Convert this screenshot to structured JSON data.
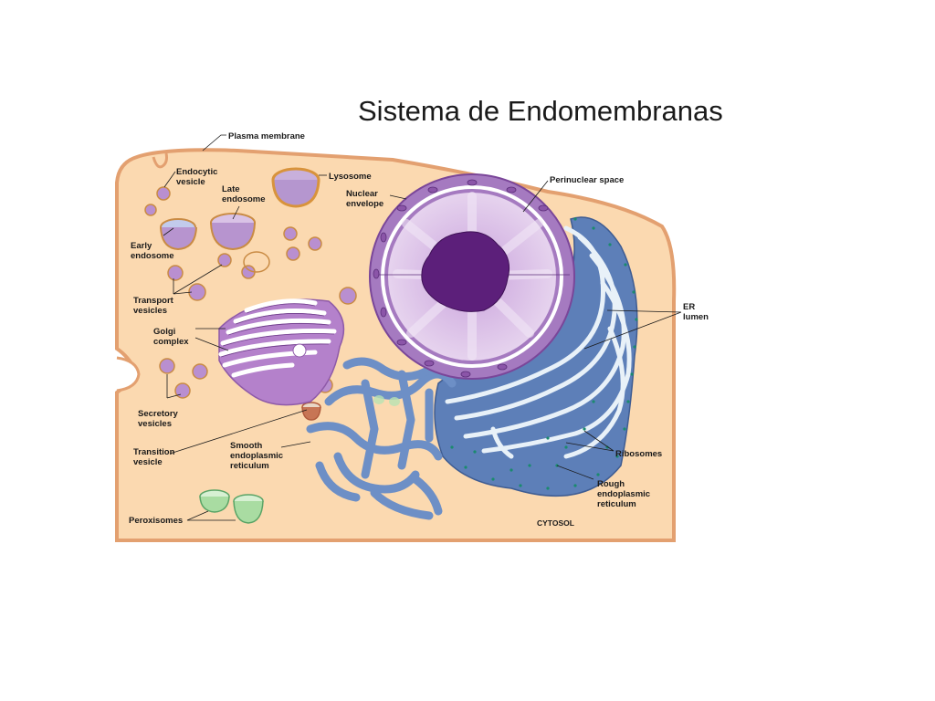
{
  "slide": {
    "title": "Sistema de Endomembranas"
  },
  "labels": {
    "plasma_membrane": "Plasma membrane",
    "endocytic_vesicle": [
      "Endocytic",
      "vesicle"
    ],
    "late_endosome": [
      "Late",
      "endosome"
    ],
    "lysosome": "Lysosome",
    "nuclear_envelope": [
      "Nuclear",
      "envelope"
    ],
    "perinuclear_space": "Perinuclear space",
    "early_endosome": [
      "Early",
      "endosome"
    ],
    "transport_vesicles": [
      "Transport",
      "vesicles"
    ],
    "golgi_complex": [
      "Golgi",
      "complex"
    ],
    "er_lumen": [
      "ER",
      "lumen"
    ],
    "secretory_vesicles": [
      "Secretory",
      "vesicles"
    ],
    "transition_vesicle": [
      "Transition",
      "vesicle"
    ],
    "smooth_er": [
      "Smooth",
      "endoplasmic",
      "reticulum"
    ],
    "ribosomes": "Ribosomes",
    "rough_er": [
      "Rough",
      "endoplasmic",
      "reticulum"
    ],
    "peroxisomes": "Peroxisomes",
    "cytosol": "CYTOSOL"
  },
  "colors": {
    "cytoplasm": "#fbd9b0",
    "membrane": "#e3a070",
    "nucleus_envelope": "#8a4fa6",
    "nucleoplasm": "#d6b6e3",
    "nucleolus": "#5c1f7a",
    "golgi": "#a270bd",
    "er": "#5d7fb8",
    "peroxisome": "#b9e3b3",
    "vesicle": "#b590c9"
  }
}
